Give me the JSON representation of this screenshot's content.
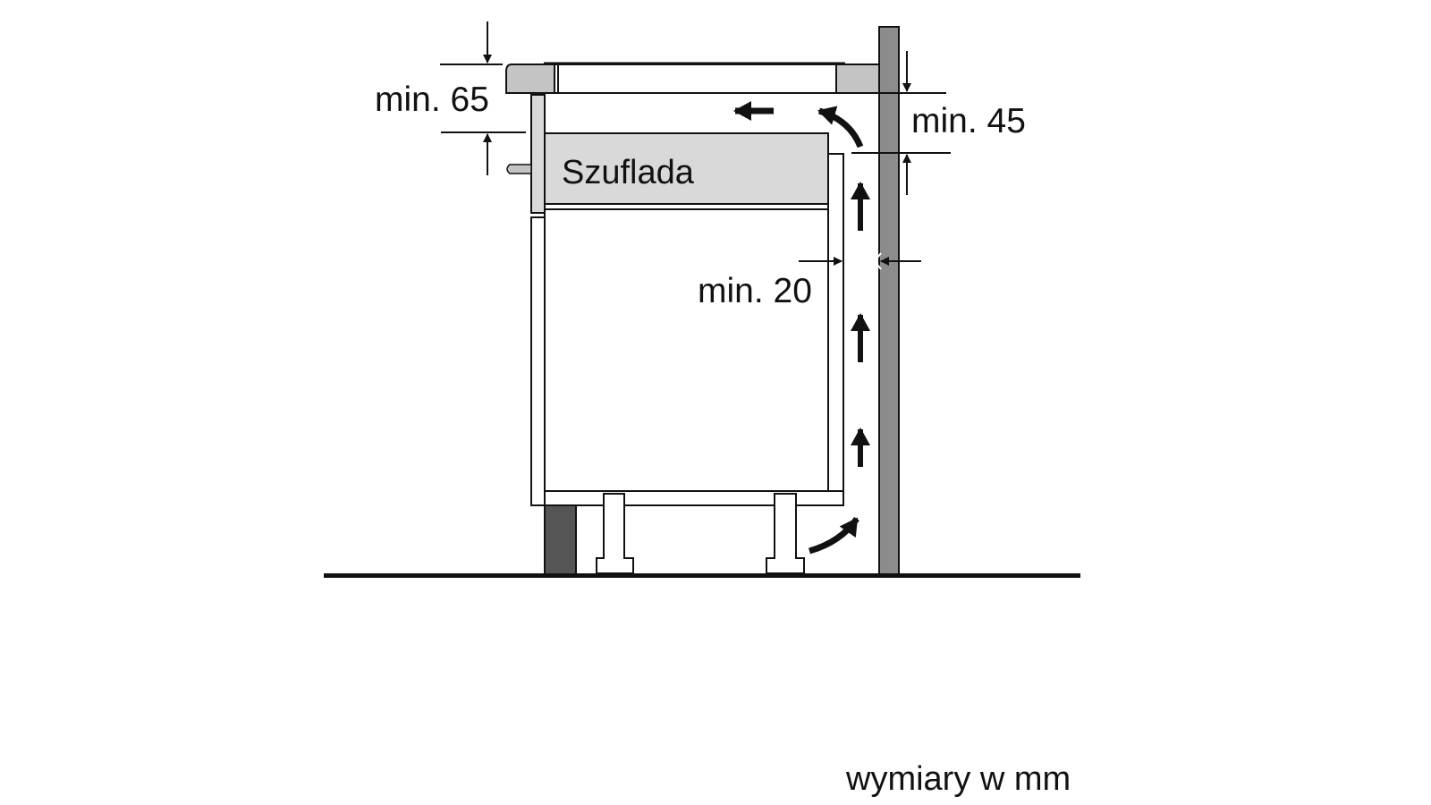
{
  "diagram": {
    "type": "installation-clearance-side-view",
    "labels": {
      "top_clearance": "min. 65",
      "wall_gap_top": "min. 45",
      "side_gap": "min. 20",
      "drawer": "Szuflada",
      "units_note": "wymiary w mm"
    },
    "components": [
      "hob",
      "worktop",
      "drawer",
      "cabinet",
      "plinth",
      "cabinet-legs",
      "wall",
      "floor"
    ],
    "airflow_arrows": [
      "intake-curve-bottom",
      "up-1",
      "up-2",
      "up-3",
      "curve-top",
      "left-under-hob"
    ],
    "colors": {
      "stroke": "#111111",
      "worktop_gray": "#c4c4c4",
      "drawer_gray": "#d9d9d9",
      "wall_gray": "#8c8c8c",
      "plinth_dark": "#555555",
      "background": "#ffffff"
    }
  }
}
